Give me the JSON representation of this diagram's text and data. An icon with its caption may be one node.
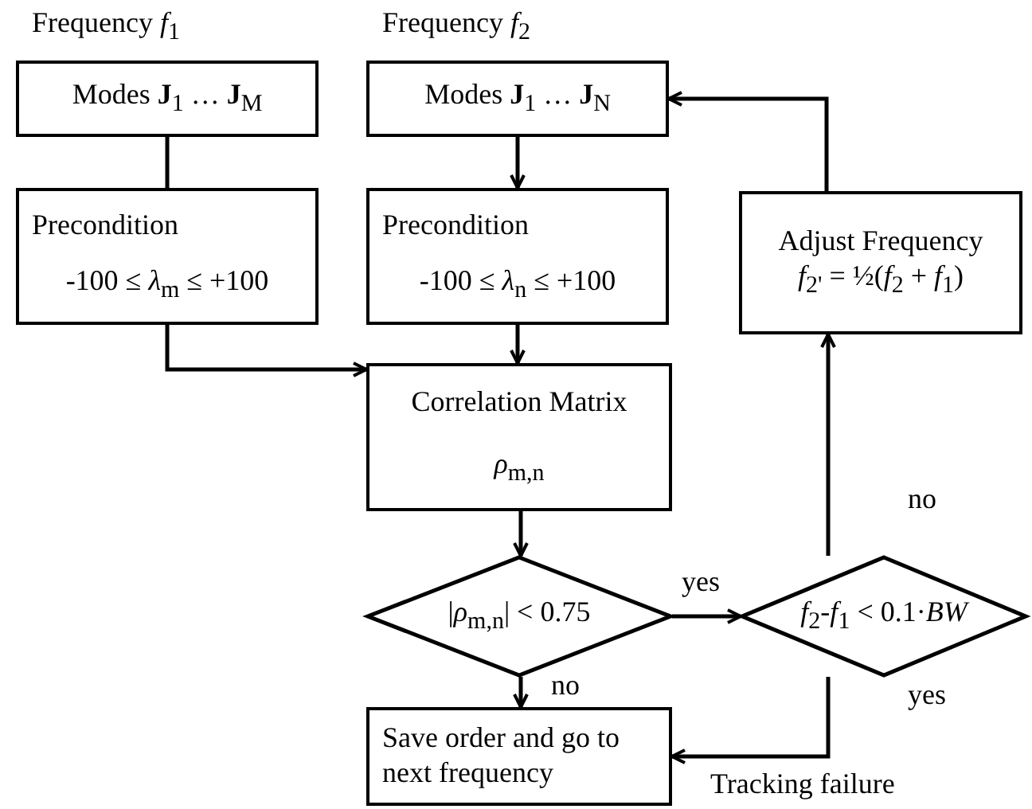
{
  "diagram": {
    "nodes": [
      {
        "text": [
          "Modes **J**$_{1}$ … **J**$_{M}$"
        ],
        "beside": [
          "Frequency *f*$_{1}$"
        ]
      },
      {
        "text": [
          "Precondition",
          "-100 ≤ *λ*$_{m}$ ≤ +100"
        ]
      },
      {
        "text": [
          "Modes **J**$_{1}$ … **J**$_{N}$"
        ],
        "beside": [
          "Frequency *f*$_{2}$"
        ]
      },
      {
        "text": [
          "Precondition",
          "-100 ≤ *λ*$_{n}$ ≤ +100"
        ]
      },
      {
        "text": [
          "Adjust Frequency",
          "*f*$_{2'}$ = ½(*f*$_{2}$ + *f*$_{1}$)"
        ]
      },
      {
        "text": [
          "Correlation Matrix",
          "*ρ*$_{m,n}$"
        ]
      },
      {
        "text": [
          "|*ρ*$_{m,n}$| < 0.75"
        ]
      },
      {
        "text": [
          "*f*$_{2}$-*f*$_{1}$ < 0.1·*BW*"
        ]
      },
      {
        "text": [
          "Save order and go to next frequency"
        ]
      }
    ],
    "edges": [
      {
        "from": 0,
        "to": 1,
        "arrow": "none"
      },
      {
        "from": 2,
        "to": 3,
        "arrow": "to"
      },
      {
        "from": 3,
        "to": 5,
        "arrow": "to"
      },
      {
        "from": 1,
        "to": 5,
        "arrow": "to"
      },
      {
        "from": 5,
        "to": 6,
        "arrow": "to"
      },
      {
        "from": 6,
        "to": 7,
        "arrow": "to",
        "label": "yes"
      },
      {
        "from": 6,
        "to": 8,
        "arrow": "to",
        "label": "no"
      },
      {
        "from": 7,
        "to": 4,
        "arrow": "to",
        "label": "no"
      },
      {
        "from": 4,
        "to": 2,
        "arrow": "to"
      },
      {
        "from": 7,
        "to": 8,
        "arrow": "to",
        "label": "yes"
      }
    ],
    "labels": [
      "Tracking failure"
    ]
  }
}
